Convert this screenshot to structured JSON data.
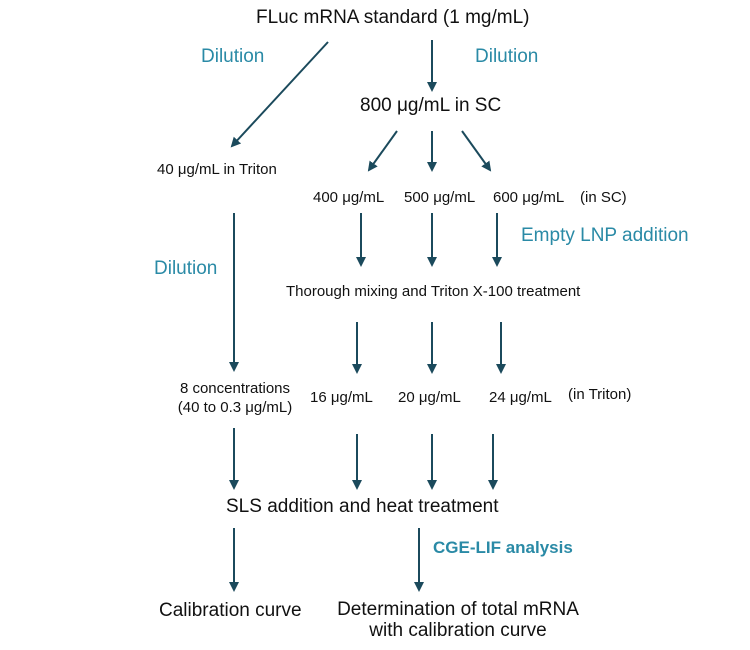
{
  "nodes": {
    "standard": "FLuc mRNA standard (1 mg/mL)",
    "sc800": "800 μg/mL in SC",
    "triton40": "40 μg/mL in Triton",
    "c400": "400 μg/mL",
    "c500": "500 μg/mL",
    "c600": "600 μg/mL",
    "in_sc": "(in SC)",
    "mixing": "Thorough mixing and Triton X-100 treatment",
    "eight_conc_line1": "8 concentrations",
    "eight_conc_line2": "(40 to 0.3 μg/mL)",
    "c16": "16 μg/mL",
    "c20": "20 μg/mL",
    "c24": "24 μg/mL",
    "in_triton": "(in Triton)",
    "sls": "SLS addition and heat treatment",
    "calibration": "Calibration curve",
    "total_line1": "Determination of total mRNA",
    "total_line2": "with calibration curve"
  },
  "labels": {
    "dilution_left_top": "Dilution",
    "dilution_right_top": "Dilution",
    "dilution_left_mid": "Dilution",
    "empty_lnp": "Empty LNP addition",
    "cge_lif": "CGE-LIF analysis"
  },
  "colors": {
    "arrow": "#1b4a5c",
    "label": "#2a8aa6",
    "text": "#111111"
  }
}
